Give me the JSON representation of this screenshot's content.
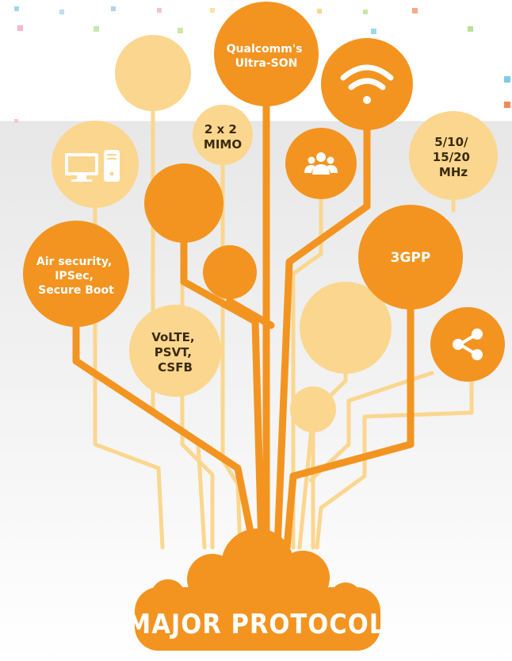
{
  "colors": {
    "orange": "#f39421",
    "light_orange": "#fbd68e",
    "line_light": "#fbd68e",
    "text_dark": "#3a2a10",
    "white": "#ffffff"
  },
  "nodes": {
    "ultra_son": {
      "line1": "Qualcomm's",
      "line2": "Ultra-SON"
    },
    "mimo": {
      "line1": "2 x 2",
      "line2": "MIMO"
    },
    "bandwidth": {
      "line1": "5/10/",
      "line2": "15/20",
      "line3": "MHz"
    },
    "gpp": {
      "line1": "3GPP"
    },
    "security": {
      "line1": "Air security,",
      "line2": "IPSec,",
      "line3": "Secure Boot"
    },
    "voice": {
      "line1": "VoLTE,",
      "line2": "PSVT,",
      "line3": "CSFB"
    }
  },
  "icons": {
    "wifi": "wifi-icon",
    "users": "users-icon",
    "computer": "computer-icon",
    "share": "share-icon"
  },
  "cloud": {
    "title": "MAJOR PROTOCOL"
  }
}
